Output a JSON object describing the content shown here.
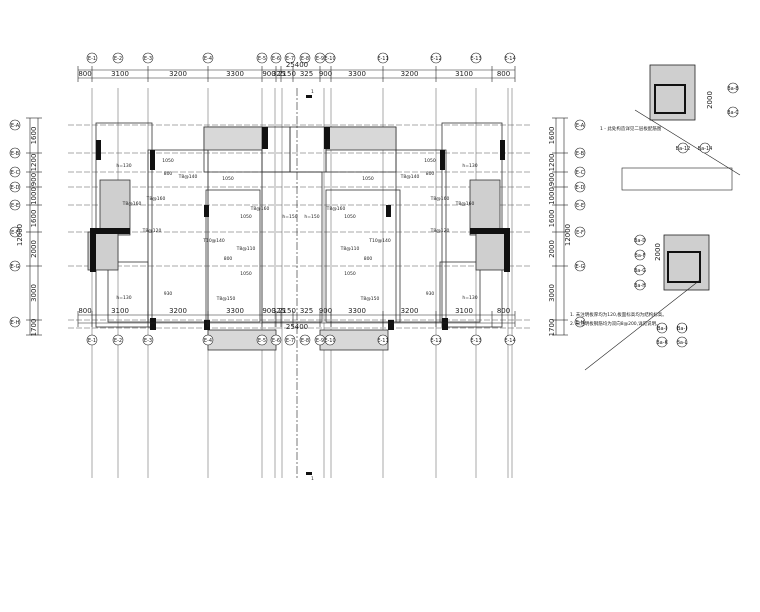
{
  "total_dimension": "25400",
  "top_segments": [
    "800",
    "3100",
    "3200",
    "3300",
    "900",
    "325",
    "2150",
    "325",
    "900",
    "3300",
    "3200",
    "3100",
    "800"
  ],
  "bottom_segments": [
    "800",
    "3100",
    "3200",
    "3300",
    "900",
    "325",
    "2150",
    "325",
    "900",
    "3300",
    "3200",
    "3100",
    "800"
  ],
  "left_segments": [
    "1600",
    "1200",
    "900",
    "1000",
    "1600",
    "2000",
    "3000",
    "1700"
  ],
  "right_segments": [
    "1600",
    "1200",
    "900",
    "1000",
    "1600",
    "2000",
    "3000",
    "1700"
  ],
  "top_axes": [
    "E-1",
    "E-2",
    "E-3",
    "E-4",
    "E-5",
    "E-6",
    "E-7",
    "E-8",
    "E-9",
    "E-10",
    "E-11",
    "E-12",
    "E-13",
    "E-14"
  ],
  "bottom_axes": [
    "E-1",
    "E-2",
    "E-3",
    "E-4",
    "E-5",
    "E-6",
    "E-7",
    "E-8",
    "E-9",
    "E-10",
    "E-11",
    "E-12",
    "E-13",
    "E-14"
  ],
  "left_axes": [
    "E-A",
    "E-B",
    "E-C",
    "E-D",
    "E-E",
    "E-F",
    "E-G",
    "E-H"
  ],
  "right_axes": [
    "E-A",
    "E-B",
    "E-C",
    "E-D",
    "E-E",
    "E-F",
    "E-G",
    "E-H"
  ],
  "overall_height": "12000",
  "section_mark": "1",
  "notes": [
    "1. 未注明板厚均为120,板面标高均为结构标高。",
    "2. 未注明板钢筋均为双向8@200,详见说明。"
  ],
  "detail1": {
    "dim": "2000",
    "axes": [
      "Ba-B",
      "Ba-C",
      "Ba-12",
      "Ba-14"
    ],
    "caption": "1 - 此处构造详见二层板配筋图"
  },
  "detail2": {
    "dim": "2000",
    "axes": [
      "Ba-D",
      "Ba-F",
      "Ba-G",
      "Ba-H"
    ]
  },
  "detail3": {
    "axes": [
      "Ba-I",
      "Ba-J",
      "Ba-K",
      "Ba-L"
    ]
  },
  "room_labels": [
    "1050",
    "800",
    "1050",
    "800",
    "1050",
    "800",
    "1050",
    "800",
    "930",
    "930",
    "1050",
    "1050",
    "1050",
    "1050"
  ],
  "rebar_labels": [
    "T8@140",
    "T8@160",
    "T8@160",
    "T8@120",
    "T10@140",
    "T8@110",
    "T8@110",
    "T10@140",
    "T8@120",
    "T8@160",
    "T8@160",
    "T8@140",
    "T8@150",
    "T8@150",
    "T8@160",
    "T8@160"
  ],
  "h_labels": [
    "h=130",
    "h=130",
    "h=130",
    "h=130",
    "h=150",
    "h=150"
  ]
}
